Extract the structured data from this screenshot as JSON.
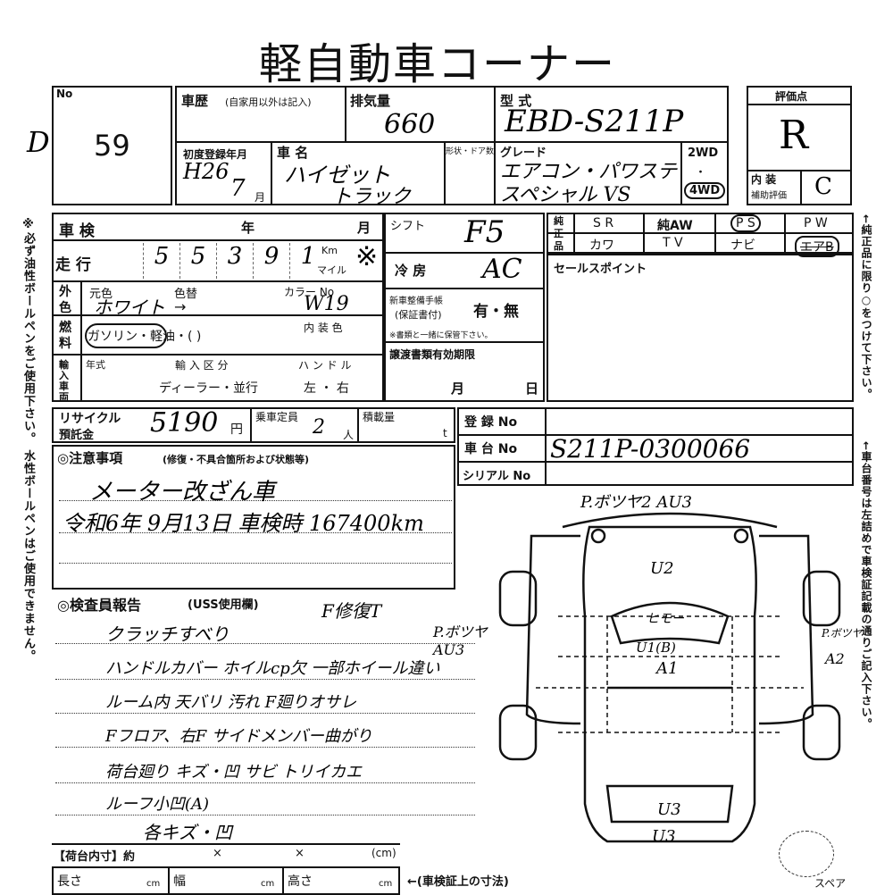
{
  "title": "軽自動車コーナー",
  "lot": {
    "no_label": "No",
    "number": "59",
    "margin_mark": "D"
  },
  "history": {
    "label": "車歴",
    "note": "(自家用以外は記入)"
  },
  "displacement": {
    "label": "排気量",
    "value": "660"
  },
  "model": {
    "label": "型 式",
    "value": "EBD-S211P"
  },
  "score": {
    "label": "評価点",
    "value": "R",
    "interior_label": "内 装",
    "interior_sub": "補助評価",
    "interior_value": "C"
  },
  "first_reg": {
    "label": "初度登録年月",
    "year": "H26",
    "month": "7",
    "month_unit": "月"
  },
  "car_name": {
    "label": "車 名",
    "line1": "ハイゼット",
    "line2": "トラック"
  },
  "shape": {
    "label": "形状・ドア数"
  },
  "grade": {
    "label": "グレード",
    "line1": "エアコン・パワステ",
    "line2": "スペシャル VS"
  },
  "drive": {
    "opt1": "2WD",
    "dot": "・",
    "opt2": "4WD"
  },
  "inspection": {
    "label": "車 検",
    "year": "年",
    "month": "月"
  },
  "mileage": {
    "label": "走 行",
    "digits": [
      "",
      "5",
      "5",
      "3",
      "9",
      "1"
    ],
    "unit1": "Km",
    "unit2": "マイル",
    "mark": "※"
  },
  "exterior": {
    "label1": "外",
    "label2": "色",
    "orig": "元色",
    "orig_value": "ホワイト",
    "arrow": "→",
    "repaint": "色替",
    "color_no_label": "カラー No",
    "color_no": "W19"
  },
  "fuel": {
    "label1": "燃",
    "label2": "料",
    "value": "ガソリン・軽油・(          )",
    "interior_color": "内 装 色"
  },
  "import": {
    "label1": "輸",
    "label2": "入",
    "label3": "車",
    "label4": "両",
    "year": "年式",
    "division": "輸 入 区 分",
    "division_value": "ディーラー・並行",
    "handle": "ハ ン ド ル",
    "handle_value": "左 ・ 右"
  },
  "recycle": {
    "label1": "リサイクル",
    "label2": "預託金",
    "value": "5190",
    "unit": "円"
  },
  "capacity": {
    "label": "乗車定員",
    "value": "2",
    "unit": "人"
  },
  "load": {
    "label": "積載量",
    "unit": "t"
  },
  "shift": {
    "label": "シフト",
    "value": "F5"
  },
  "ac": {
    "label": "冷 房",
    "value": "AC"
  },
  "manual": {
    "label1": "新車整備手帳",
    "label2": "(保証書付)",
    "value": "有・無",
    "note": "※書類と一緒に保管下さい。"
  },
  "transfer": {
    "label": "譲渡書類有効期限",
    "month": "月",
    "day": "日"
  },
  "equipment": {
    "label1": "純",
    "label2": "正",
    "label3": "品",
    "row1": [
      "S R",
      "純AW",
      "P S",
      "P W"
    ],
    "row2": [
      "カワ",
      "T V",
      "ナビ",
      "エアB"
    ]
  },
  "sales_point": {
    "label": "セールスポイント"
  },
  "registration": {
    "reg_label": "登 録 No",
    "chassis_label": "車 台 No",
    "chassis_value": "S211P-0300066",
    "serial_label": "シリアル No"
  },
  "notes": {
    "label": "◎注意事項",
    "sub": "(修復・不具合箇所および状態等)",
    "line1": "メーター改ざん車",
    "line2": "令和6年 9月13日 車検時 167400km"
  },
  "inspector": {
    "label": "◎検査員報告",
    "sub": "(USS使用欄)",
    "top_note": "F修復T",
    "lines": [
      "クラッチすべり",
      "ハンドルカバー  ホイルcp欠 一部ホイール違い",
      "ルーム内 天バリ 汚れ   F廻りオサレ",
      "Fフロア、右F サイドメンバー曲がり",
      "荷台廻り キズ・凹  サビ   トリイカエ",
      "ルーフ小凹(A)",
      "各キズ・凹"
    ]
  },
  "diagram_marks": {
    "top": "P.ボツヤ2 AU3",
    "hood": "U2",
    "windshield": "ヒモー",
    "cabin1": "U1(B)",
    "cabin2": "A1",
    "left": "P.ボツヤ AU3",
    "right1": "P.ボツヤ",
    "right2": "A2",
    "rear1": "U3",
    "rear2": "U3"
  },
  "cargo": {
    "label": "【荷台内寸】約",
    "x1": "×",
    "x2": "×",
    "unit": "(cm)",
    "length": "長さ",
    "width": "幅",
    "height": "高さ",
    "cm": "cm",
    "note": "←(車検証上の寸法)"
  },
  "spare": "スペア",
  "side_left": "※必ず油性ボールペンをご使用下さい。 水性ボールペンはご使用できません。",
  "side_right1": "←純正品に限り○をつけて下さい。",
  "side_right2": "←車台番号は左詰めで車検証記載の通りご記入下さい。"
}
